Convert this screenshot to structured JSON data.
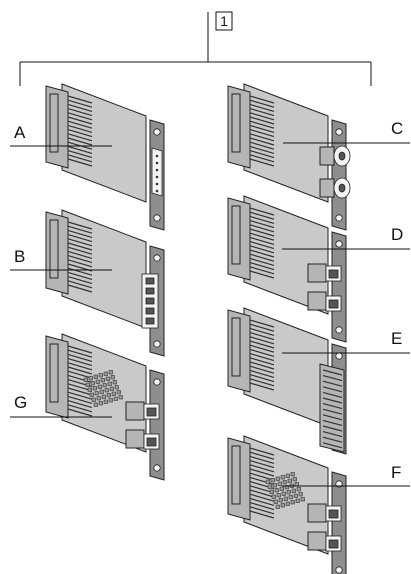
{
  "figure": {
    "reference_number": "1",
    "modules": [
      {
        "label": "A",
        "variant": "d-sub"
      },
      {
        "label": "B",
        "variant": "terminal-block"
      },
      {
        "label": "G",
        "variant": "dual-rj45-heatsink"
      },
      {
        "label": "C",
        "variant": "coax-dual"
      },
      {
        "label": "D",
        "variant": "dual-rj45"
      },
      {
        "label": "E",
        "variant": "ribbon-connector"
      },
      {
        "label": "F",
        "variant": "dual-rj45-heatsink"
      }
    ]
  }
}
